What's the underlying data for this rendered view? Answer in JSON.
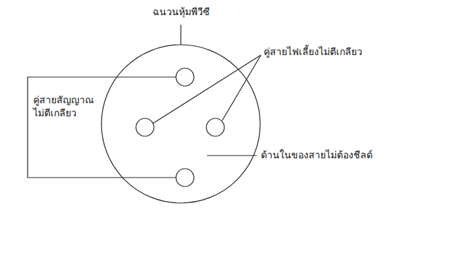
{
  "diagram": {
    "labels": [
      "ฉนวนหุ้มพีวีซี",
      "คู่สายไฟเลี้ยงไม่ตีเกลียว",
      "คู่สายสัญญาณ ไม่ตีเกลียว",
      "ด้านในของสายไม่ต้องชีลด์"
    ]
  }
}
